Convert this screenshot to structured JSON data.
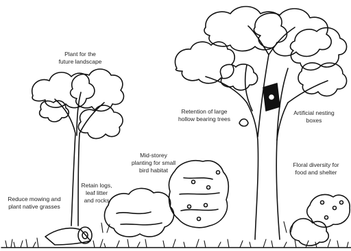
{
  "labels": {
    "plant_future": [
      "Plant for the",
      "future landscape"
    ],
    "retention_trees": [
      "Retention of large",
      "hollow bearing trees"
    ],
    "nesting_boxes": [
      "Artificial nesting",
      "boxes"
    ],
    "midstorey": [
      "Mid-storey",
      "planting for small",
      "bird habitat"
    ],
    "floral_diversity": [
      "Floral diversity for",
      "food and shelter"
    ],
    "reduce_mowing": [
      "Reduce mowing and",
      "plant native grasses"
    ],
    "retain_logs": [
      "Retain logs,",
      "leaf litter",
      "and rocks"
    ]
  }
}
